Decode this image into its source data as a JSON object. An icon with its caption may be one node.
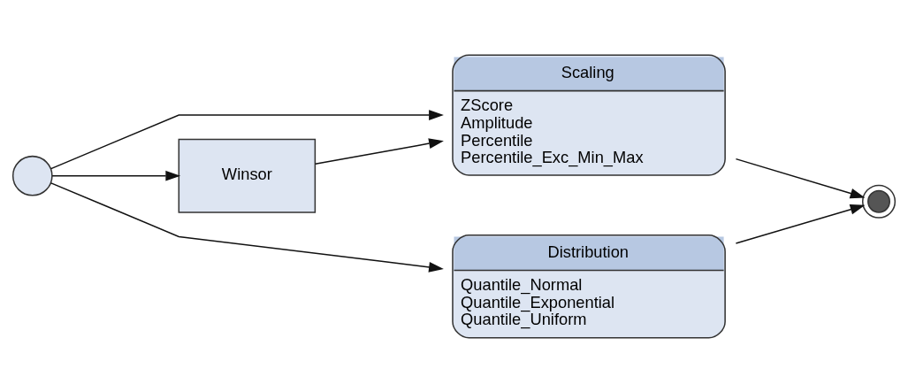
{
  "diagram": {
    "nodes": [
      {
        "text": [],
        "shape": "circle"
      },
      {
        "text": [
          "Scaling",
          "ZScore",
          "Amplitude",
          "Percentile",
          "Percentile_Exc_Min_Max"
        ]
      },
      {
        "text": [
          "Winsor"
        ]
      },
      {
        "text": [
          "Distribution",
          "Quantile_Normal",
          "Quantile_Exponential",
          "Quantile_Uniform"
        ]
      },
      {
        "text": [],
        "shape": "circle"
      }
    ],
    "edges": [
      {
        "from": 0,
        "to": 1,
        "arrow": "to"
      },
      {
        "from": 0,
        "to": 2,
        "arrow": "to"
      },
      {
        "from": 2,
        "to": 1,
        "arrow": "to"
      },
      {
        "from": 0,
        "to": 3,
        "arrow": "to"
      },
      {
        "from": 1,
        "to": 4,
        "arrow": "to"
      },
      {
        "from": 3,
        "to": 4,
        "arrow": "to"
      }
    ]
  }
}
